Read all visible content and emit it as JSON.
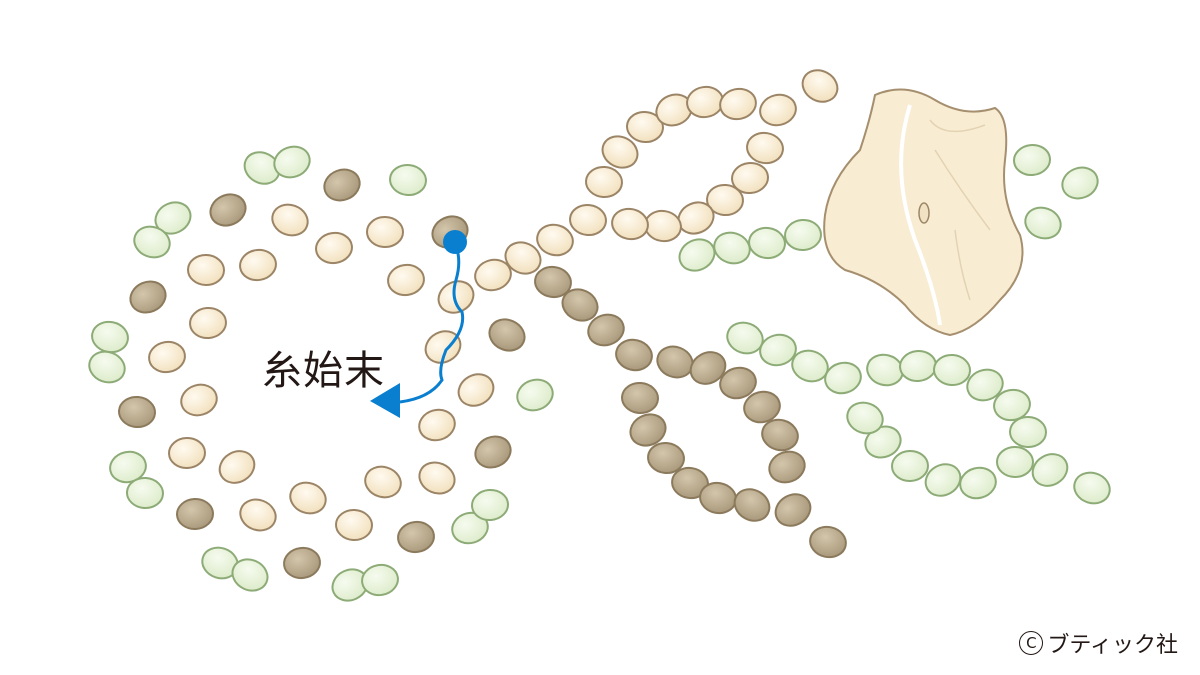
{
  "label": "糸始末",
  "copyright": {
    "symbol": "C",
    "text": "ブティック社"
  },
  "colors": {
    "cream_fill": "#f7e9cc",
    "cream_stroke": "#9c8567",
    "brown_fill": "#b9aa8d",
    "brown_stroke": "#8c7a5c",
    "green_fill": "#e8f3db",
    "green_stroke": "#8dab77",
    "thread": "#0a7fd0",
    "flower_fill": "#f8ecd2"
  }
}
